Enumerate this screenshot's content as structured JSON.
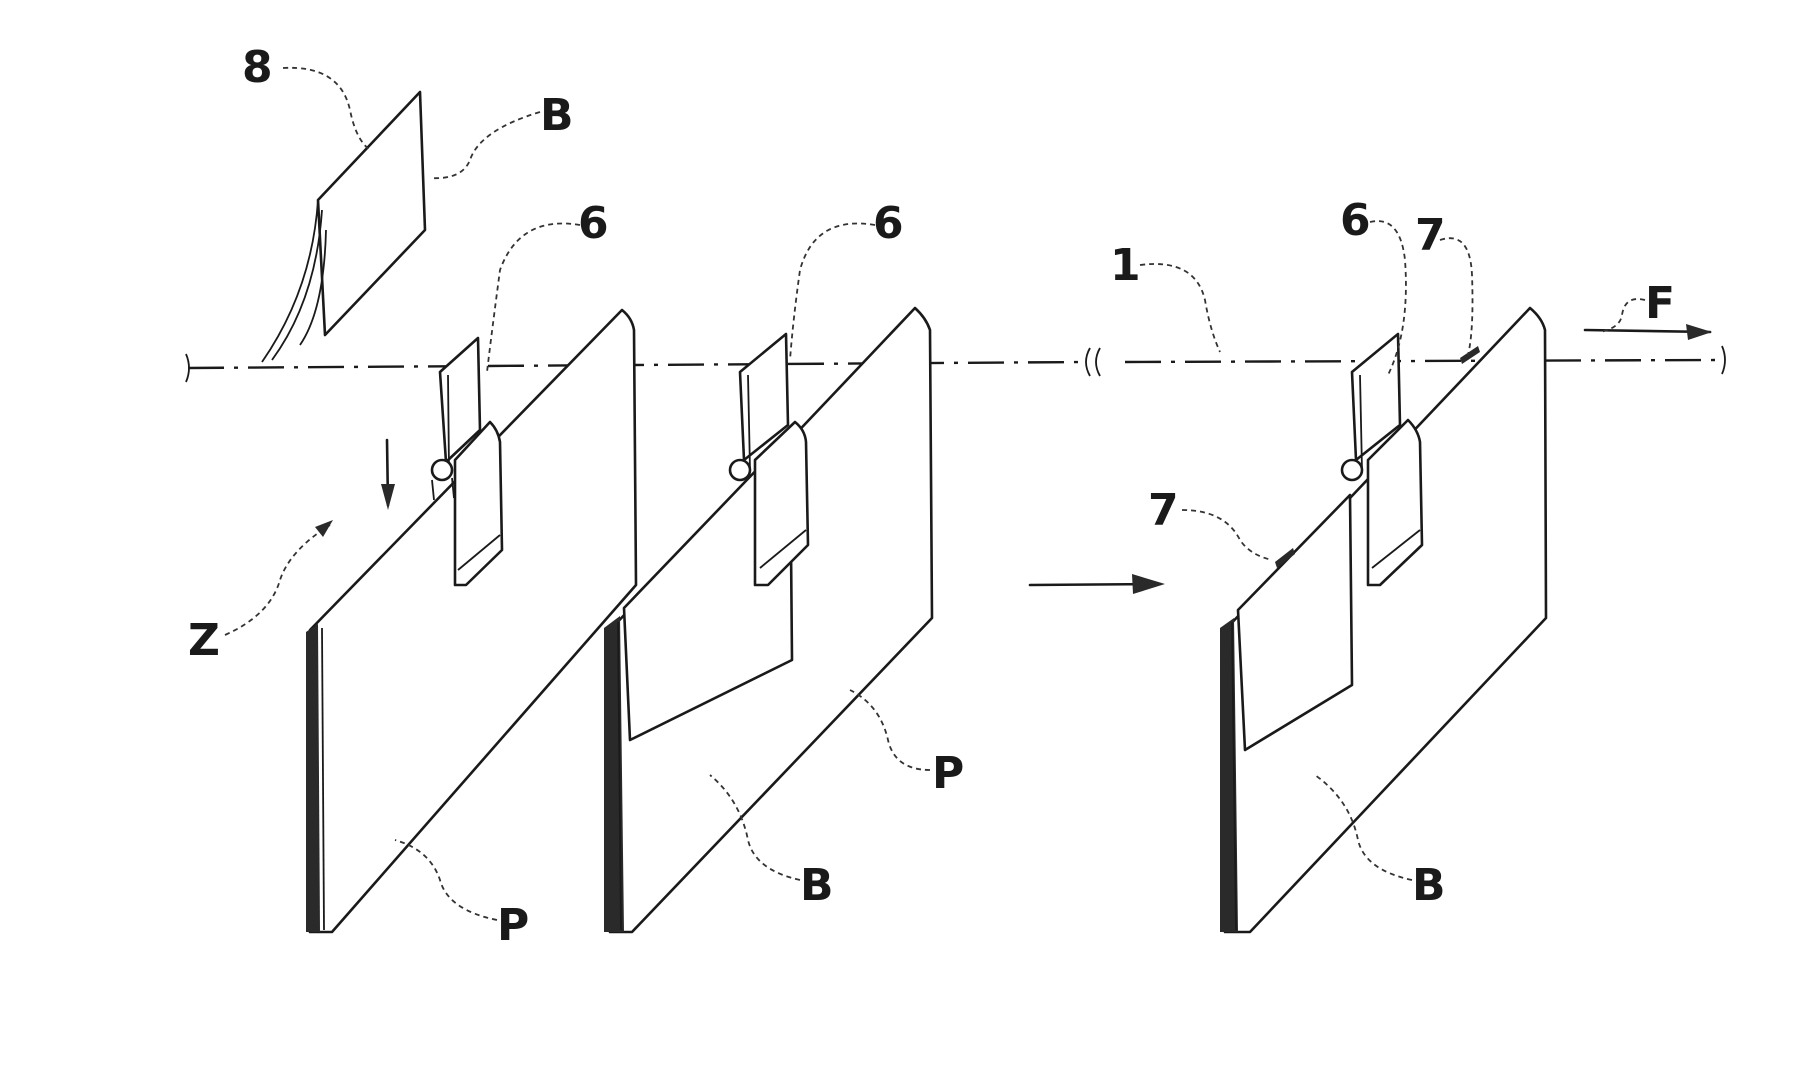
{
  "labels": {
    "feeder": "8",
    "sheet_b_top": "B",
    "clip_1": "6",
    "clip_2": "6",
    "clip_3": "6",
    "line_axis": "1",
    "tab_upper": "7",
    "tab_lower": "7",
    "direction": "F",
    "zone": "Z",
    "panel_p_1": "P",
    "panel_p_2": "P",
    "panel_b_2": "B",
    "panel_b_3": "B"
  }
}
